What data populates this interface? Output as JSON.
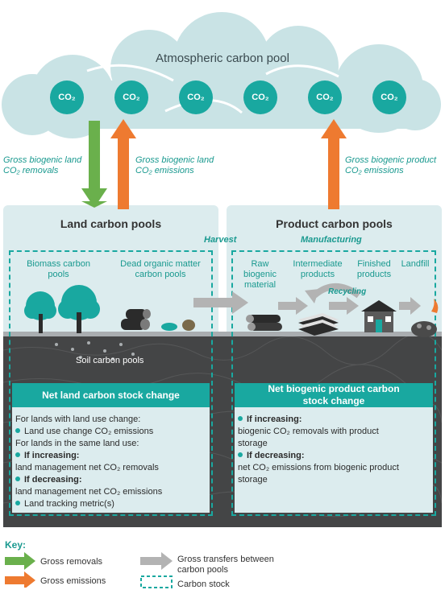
{
  "atmosphere": {
    "title": "Atmospheric carbon pool",
    "co2_labels": [
      "CO₂",
      "CO₂",
      "CO₂",
      "CO₂",
      "CO₂",
      "CO₂"
    ]
  },
  "flows": {
    "land_removals": [
      "Gross biogenic land",
      "CO₂ removals"
    ],
    "land_emissions": [
      "Gross biogenic land",
      "CO₂ emissions"
    ],
    "product_emissions": [
      "Gross biogenic product",
      "CO₂ emissions"
    ]
  },
  "land": {
    "title": "Land carbon pools",
    "biomass": [
      "Biomass carbon",
      "pools"
    ],
    "dead_organic": [
      "Dead organic matter",
      "carbon pools"
    ],
    "soil": "Soil carbon pools",
    "header": "Net land carbon stock change",
    "lines": [
      {
        "bullet": false,
        "bold": "",
        "text": "For lands with land use change:"
      },
      {
        "bullet": true,
        "bold": "",
        "text": "Land use change CO₂ emissions"
      },
      {
        "bullet": false,
        "bold": "",
        "text": "For lands in the same land use:"
      },
      {
        "bullet": true,
        "bold": "If increasing:",
        "text": ""
      },
      {
        "bullet": false,
        "bold": "",
        "text": "land management net CO₂ removals",
        "indent": true
      },
      {
        "bullet": true,
        "bold": "If decreasing:",
        "text": ""
      },
      {
        "bullet": false,
        "bold": "",
        "text": "land management net CO₂ emissions",
        "indent": true
      },
      {
        "bullet": true,
        "bold": "",
        "text": "Land tracking metric(s)"
      }
    ]
  },
  "transfers": {
    "harvest": "Harvest",
    "manufacturing": "Manufacturing",
    "recycling": "Recycling"
  },
  "product": {
    "title": "Product carbon pools",
    "raw": [
      "Raw",
      "biogenic",
      "material"
    ],
    "intermediate": [
      "Intermediate",
      "products"
    ],
    "finished": [
      "Finished",
      "products"
    ],
    "landfill": "Landfill",
    "header": [
      "Net biogenic product carbon",
      "stock change"
    ],
    "lines": [
      {
        "bullet": true,
        "bold": "If increasing:",
        "text": ""
      },
      {
        "bullet": false,
        "bold": "",
        "text": "biogenic CO₂ removals with product",
        "indent": true
      },
      {
        "bullet": false,
        "bold": "",
        "text": "storage",
        "indent": true
      },
      {
        "bullet": true,
        "bold": "If decreasing:",
        "text": ""
      },
      {
        "bullet": false,
        "bold": "",
        "text": "net CO₂ emissions from biogenic product",
        "indent": true
      },
      {
        "bullet": false,
        "bold": "",
        "text": "storage",
        "indent": true
      }
    ]
  },
  "key": {
    "title": "Key:",
    "gross_removals": "Gross removals",
    "gross_emissions": "Gross emissions",
    "gross_transfers": [
      "Gross transfers between",
      "carbon pools"
    ],
    "carbon_stock": "Carbon stock"
  },
  "colors": {
    "teal": "#19a8a0",
    "green_arrow": "#6ab04c",
    "orange_arrow": "#ee7a30",
    "gray_arrow": "#b3b3b3",
    "panel_bg": "#dcecee",
    "cloud": "#c9e3e5",
    "ground": "#444546"
  }
}
